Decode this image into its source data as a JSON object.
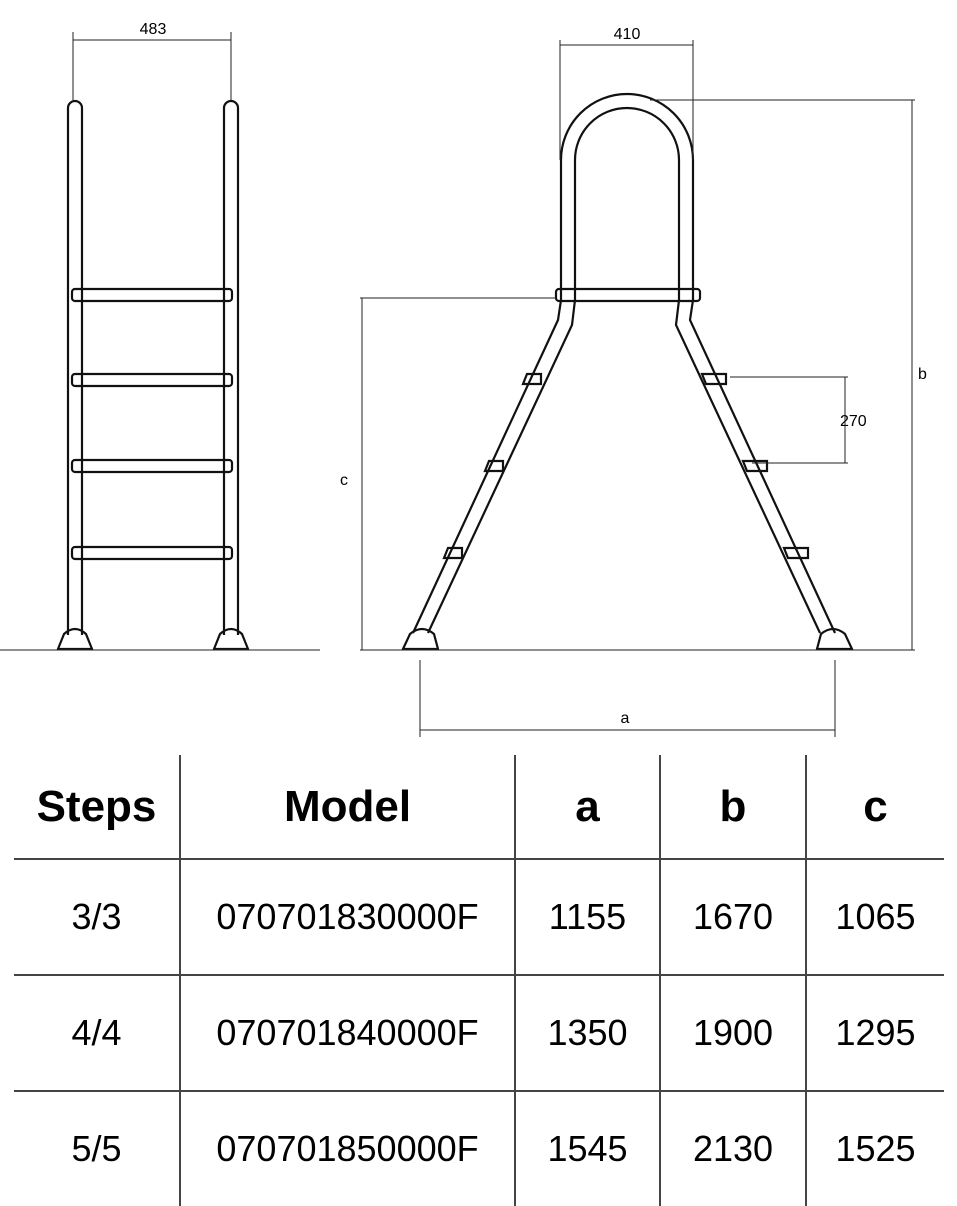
{
  "drawing": {
    "front_view": {
      "width_dim": "483"
    },
    "side_view": {
      "handrail_width_dim": "410",
      "step_spacing_dim": "270",
      "label_a": "a",
      "label_b": "b",
      "label_c": "c"
    }
  },
  "table": {
    "headers": [
      "Steps",
      "Model",
      "a",
      "b",
      "c"
    ],
    "rows": [
      [
        "3/3",
        "070701830000F",
        "1155",
        "1670",
        "1065"
      ],
      [
        "4/4",
        "070701840000F",
        "1350",
        "1900",
        "1295"
      ],
      [
        "5/5",
        "070701850000F",
        "1545",
        "2130",
        "1525"
      ]
    ]
  }
}
